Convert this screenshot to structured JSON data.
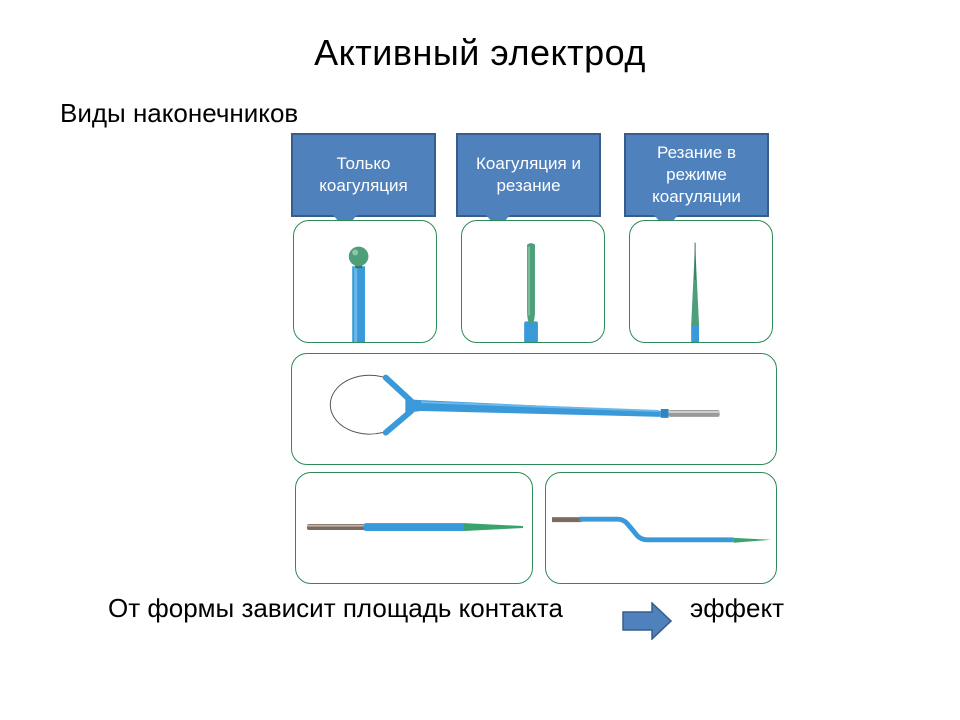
{
  "slide": {
    "title": "Активный электрод",
    "subtitle": "Виды наконечников",
    "callouts": [
      {
        "label": "Только коагуляция"
      },
      {
        "label": "Коагуляция и резание"
      },
      {
        "label": "Резание в режиме коагуляции"
      }
    ],
    "electrodes": [
      {
        "type": "ball-tip"
      },
      {
        "type": "blade-tip"
      },
      {
        "type": "needle-tip"
      },
      {
        "type": "loop-tip"
      },
      {
        "type": "straight-needle"
      },
      {
        "type": "bent-needle"
      }
    ],
    "bottom_text": "От формы зависит площадь контакта",
    "effect_text": "эффект",
    "colors": {
      "callout_fill": "#4f81bd",
      "callout_border": "#385d8a",
      "frame_border": "#2e8b57",
      "handle_blue": "#3a9ad9",
      "tip_green": "#4e9e79"
    }
  }
}
